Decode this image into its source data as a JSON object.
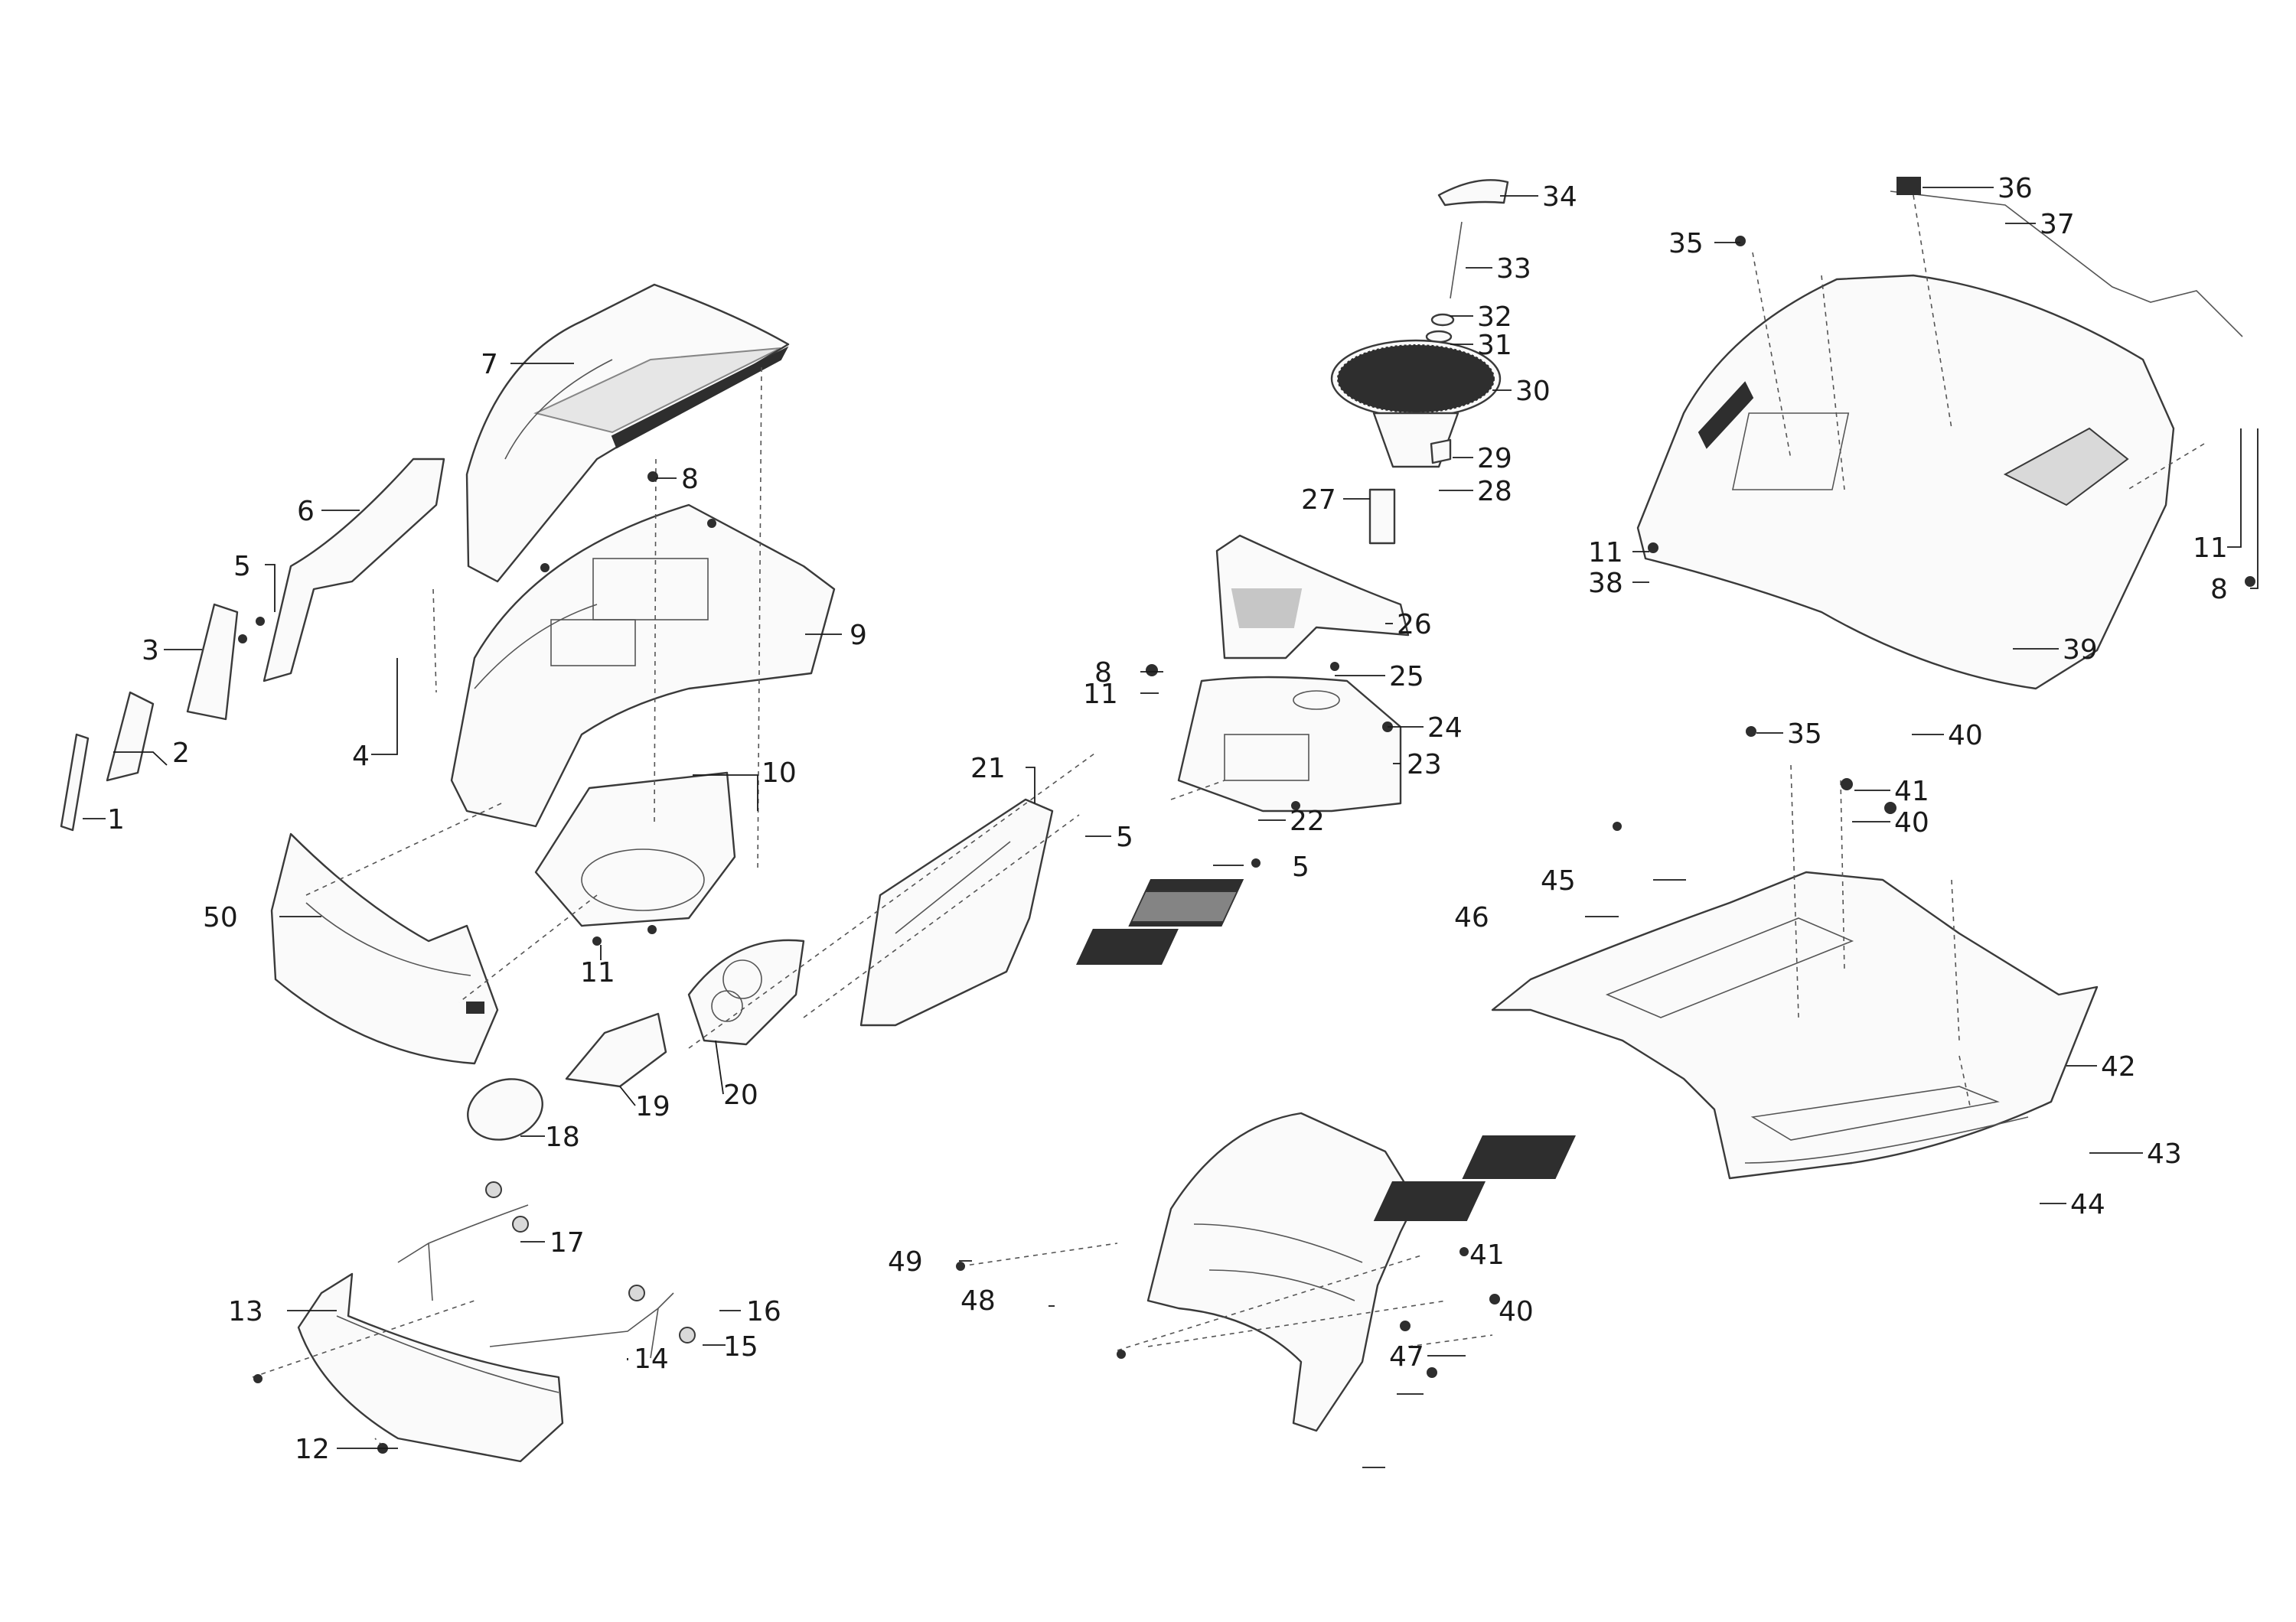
{
  "diagram": {
    "callouts": [
      "1",
      "2",
      "3",
      "4",
      "5",
      "6",
      "7",
      "8",
      "9",
      "10",
      "11",
      "12",
      "13",
      "14",
      "15",
      "16",
      "17",
      "18",
      "19",
      "20",
      "21",
      "22",
      "23",
      "24",
      "25",
      "26",
      "27",
      "28",
      "29",
      "30",
      "31",
      "32",
      "33",
      "34",
      "35",
      "36",
      "37",
      "38",
      "39",
      "40",
      "41",
      "42",
      "43",
      "44",
      "45",
      "46",
      "47",
      "48",
      "49",
      "50"
    ]
  }
}
